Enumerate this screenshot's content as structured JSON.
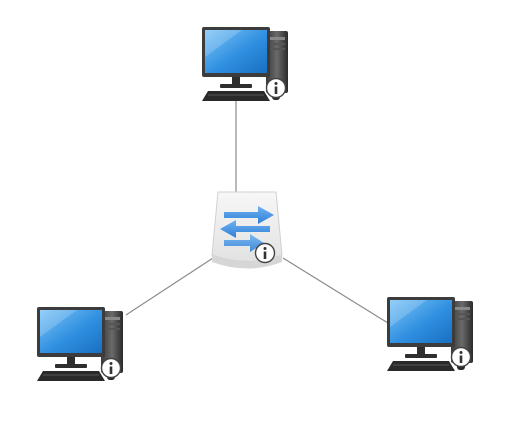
{
  "diagram": {
    "nodes": [
      {
        "id": "pc-top",
        "kind": "computer",
        "info_icon": "info-icon"
      },
      {
        "id": "switch",
        "kind": "switch",
        "info_icon": "info-icon"
      },
      {
        "id": "pc-left",
        "kind": "computer",
        "info_icon": "info-icon"
      },
      {
        "id": "pc-right",
        "kind": "computer",
        "info_icon": "info-icon"
      }
    ],
    "links": [
      {
        "from": "pc-top",
        "to": "switch"
      },
      {
        "from": "switch",
        "to": "pc-left"
      },
      {
        "from": "switch",
        "to": "pc-right"
      }
    ],
    "colors": {
      "link": "#8a8a8a",
      "screen": "#2f8fe0",
      "switch_arrow": "#2f7fd6"
    }
  }
}
